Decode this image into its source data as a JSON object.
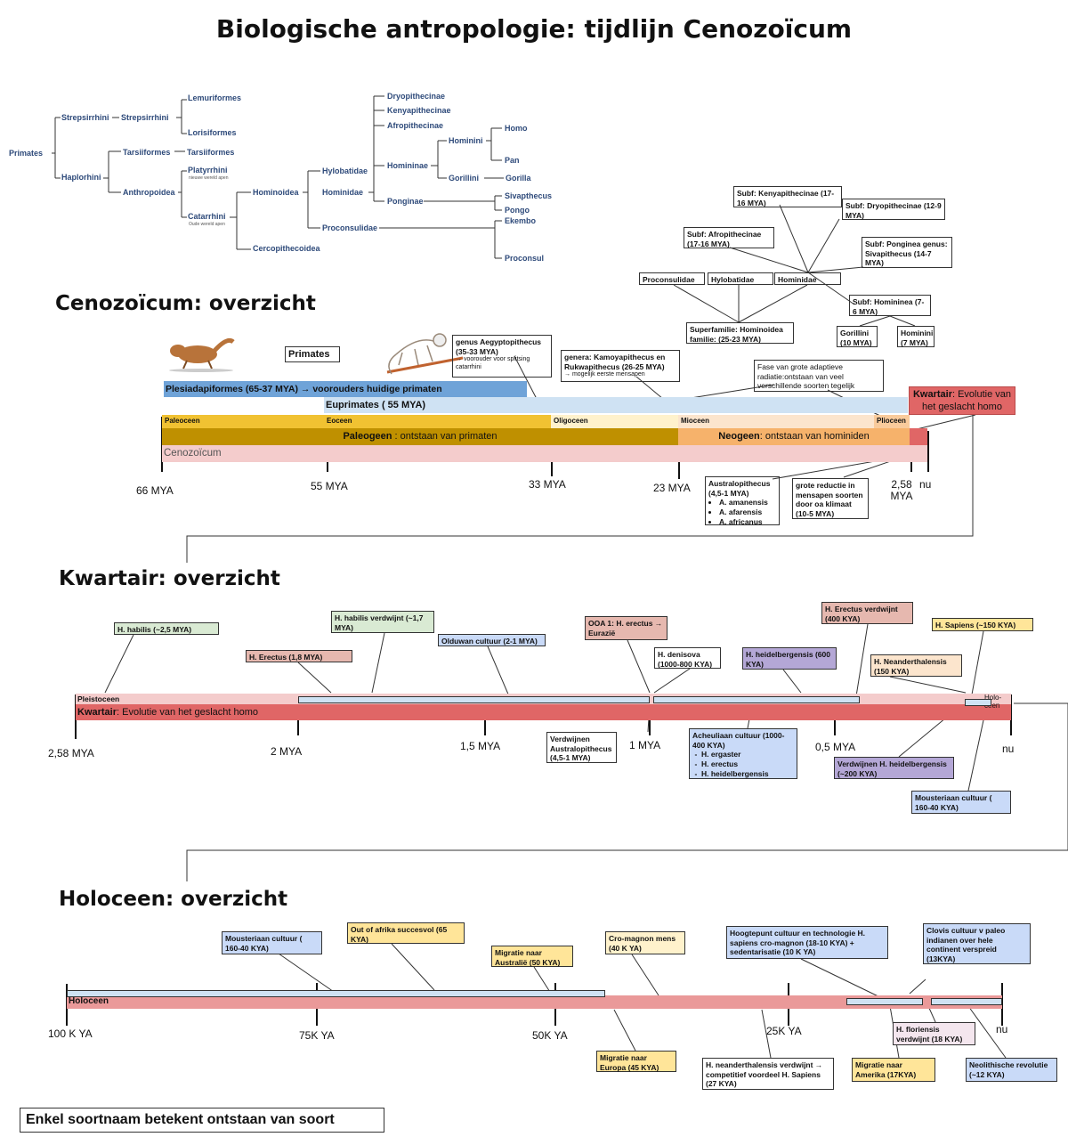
{
  "title": "Biologische antropologie: tijdlijn Cenozoïcum",
  "tree": {
    "primates": "Primates",
    "strepsirrhini_1": "Strepsirrhini",
    "strepsirrhini_2": "Strepsirrhini",
    "lemuriformes": "Lemuriformes",
    "lorisiformes": "Lorisiformes",
    "haplorhini": "Haplorhini",
    "tarsiiformes_1": "Tarsiiformes",
    "tarsiiformes_2": "Tarsiiformes",
    "anthropoidea": "Anthropoidea",
    "platyrrhini": "Platyrrhini",
    "platyrrhini_sub": "nieuwe wereld apen",
    "catarrhini": "Catarrhini",
    "catarrhini_sub": "Oude wereld apen",
    "hominoidea": "Hominoidea",
    "cercopithecoidea": "Cercopithecoidea",
    "hylobatidae": "Hylobatidae",
    "hominidae": "Hominidae",
    "proconsulidae": "Proconsulidae",
    "dryopithecinae": "Dryopithecinae",
    "kenyapithecinae": "Kenyapithecinae",
    "afropithecinae": "Afropithecinae",
    "homininae": "Homininae",
    "ponginae": "Ponginae",
    "hominini": "Hominini",
    "gorillini": "Gorillini",
    "homo": "Homo",
    "pan": "Pan",
    "gorilla": "Gorilla",
    "sivapthecus": "Sivapthecus",
    "pongo": "Pongo",
    "ekembo": "Ekembo",
    "proconsul": "Proconsul"
  },
  "ceno": {
    "heading": "Cenozoïcum: overzicht",
    "primates_label": "Primates",
    "plesiadapiformes": "Plesiadapiformes (65-37 MYA) → voorouders huidige primaten",
    "euprimates": "Euprimates ( 55 MYA)",
    "paleoceen": "Paleoceen",
    "eoceen": "Eoceen",
    "oligoceen": "Oligoceen",
    "mioceen": "Mioceen",
    "plioceen": "Plioceen",
    "paleogeen_bold": "Paleogeen",
    "paleogeen_rest": " : ontstaan van primaten",
    "neogeen_bold": "Neogeen",
    "neogeen_rest": ": ontstaan van hominiden",
    "cenozoicum": "Cenozoïcum",
    "kwartair_bold": "Kwartair",
    "kwartair_rest": ": Evolutie van het geslacht homo",
    "ticks": [
      "66 MYA",
      "55 MYA",
      "33 MYA",
      "23 MYA",
      "2,58 MYA",
      "nu"
    ],
    "aegypto": "genus Aegyptopithecus (35-33 MYA)",
    "aegypto_sub": "→ voorouder voor splitsing catarrhini",
    "kamoya": "genera: Kamoyapithecus en Rukwapithecus (26-25 MYA)",
    "kamoya_sub": "→ mogelijk eerste mensapen",
    "adaptieve": "Fase van grote adaptieve radiatie:ontstaan van veel verschillende soorten tegelijk",
    "superfam": "Superfamilie: Hominoidea familie: (25-23 MYA)",
    "proconsulidae": "Proconsulidae",
    "hylobatidae": "Hylobatidae",
    "hominidae": "Hominidae",
    "kenya": "Subf: Kenyapithecinae (17-16 MYA)",
    "afro": "Subf: Afropithecinae (17-16  MYA)",
    "dryo": "Subf: Dryopithecinae (12-9 MYA)",
    "pongi": "Subf: Ponginea genus: Sivapithecus (14-7 MYA)",
    "hominin": "Subf: Homininea (7-6  MYA)",
    "gorillini": "Gorillini (10 MYA)",
    "hominini": "Hominini (7 MYA)",
    "australo_title": "Australopithecus (4,5-1 MYA)",
    "australo_species": [
      "A. amanensis",
      "A. afarensis",
      "A. africanus"
    ],
    "reductie": "grote reductie in mensapen soorten door oa klimaat (10-5 MYA)"
  },
  "kwartair": {
    "heading": "Kwartair: overzicht",
    "pleistoceen": "Pleistoceen",
    "holoceen": "Holo-ceen",
    "bar_bold": "Kwartair",
    "bar_rest": ": Evolutie van het geslacht homo",
    "ticks": [
      "2,58 MYA",
      "2 MYA",
      "1,5 MYA",
      "1 MYA",
      "0,5 MYA",
      "nu"
    ],
    "habilis": "H. habilis (~2,5 MYA)",
    "erectus": "H. Erectus (1,8 MYA)",
    "habilis_gone": "H. habilis verdwijnt (~1,7 MYA)",
    "olduwan": "Olduwan cultuur (2-1 MYA)",
    "ooa": "OOA 1: H. erectus → Eurazië",
    "denisova": "H. denisova (1000-800 KYA)",
    "heidel": "H. heidelbergensis (600 KYA)",
    "erectus_gone": "H. Erectus verdwijnt (400 KYA)",
    "neander": "H. Neanderthalensis (150 KYA)",
    "sapiens": "H. Sapiens (~150 KYA)",
    "australo_gone": "Verdwijnen Australopithecus (4,5-1 MYA)",
    "acheul_title": "Acheuliaan cultuur (1000-400 KYA)",
    "acheul_species": [
      "H. ergaster",
      "H. erectus",
      "H. heidelbergensis"
    ],
    "heidel_gone": "Verdwijnen H. heidelbergensis (~200  KYA)",
    "mousterian": "Mousteriaan cultuur ( 160-40 KYA)"
  },
  "holoceen": {
    "heading": "Holoceen: overzicht",
    "bar": "Holoceen",
    "ticks": [
      "100 K YA",
      "75K YA",
      "50K YA",
      "25K YA",
      "nu"
    ],
    "mousterian": "Mousteriaan cultuur ( 160-40 KYA)",
    "outofafrika": "Out of afrika succesvol (65 KYA)",
    "australie": "Migratie naar Australië (50 KYA)",
    "cromagnon": "Cro-magnon mens (40 K YA)",
    "hoogtepunt": "Hoogtepunt cultuur en technologie H. sapiens cro-magnon (18-10 KYA) + sedentarisatie (10 K YA)",
    "clovis": "Clovis cultuur  v paleo indianen over hele continent verspreid (13KYA)",
    "europa": "Migratie naar Europa (45 KYA)",
    "neander_gone": "H. neanderthalensis verdwijnt → competitief voordeel H. Sapiens (27 KYA)",
    "floriensis": "H. floriensis verdwijnt (18 KYA)",
    "amerika": "Migratie naar Amerika (17KYA)",
    "neolithisch": "Neolithische revolutie (~12 KYA)"
  },
  "note": "Enkel soortnaam betekent ontstaan van soort",
  "colors": {
    "plesiadapiformes": "#6fa3d8",
    "euprimates": "#cfe2f3",
    "epoch_gold": "#f1c232",
    "paleogeen": "#bf9000",
    "neogeen": "#f6b26b",
    "cenozoicum": "#f4cccc",
    "kwartair": "#e06666",
    "box_blue": "#c9daf8",
    "box_green": "#d9ead3",
    "box_pink": "#e6b8af",
    "box_purple": "#b4a7d6",
    "box_yellow": "#ffe599",
    "box_peach": "#fce5cd"
  }
}
